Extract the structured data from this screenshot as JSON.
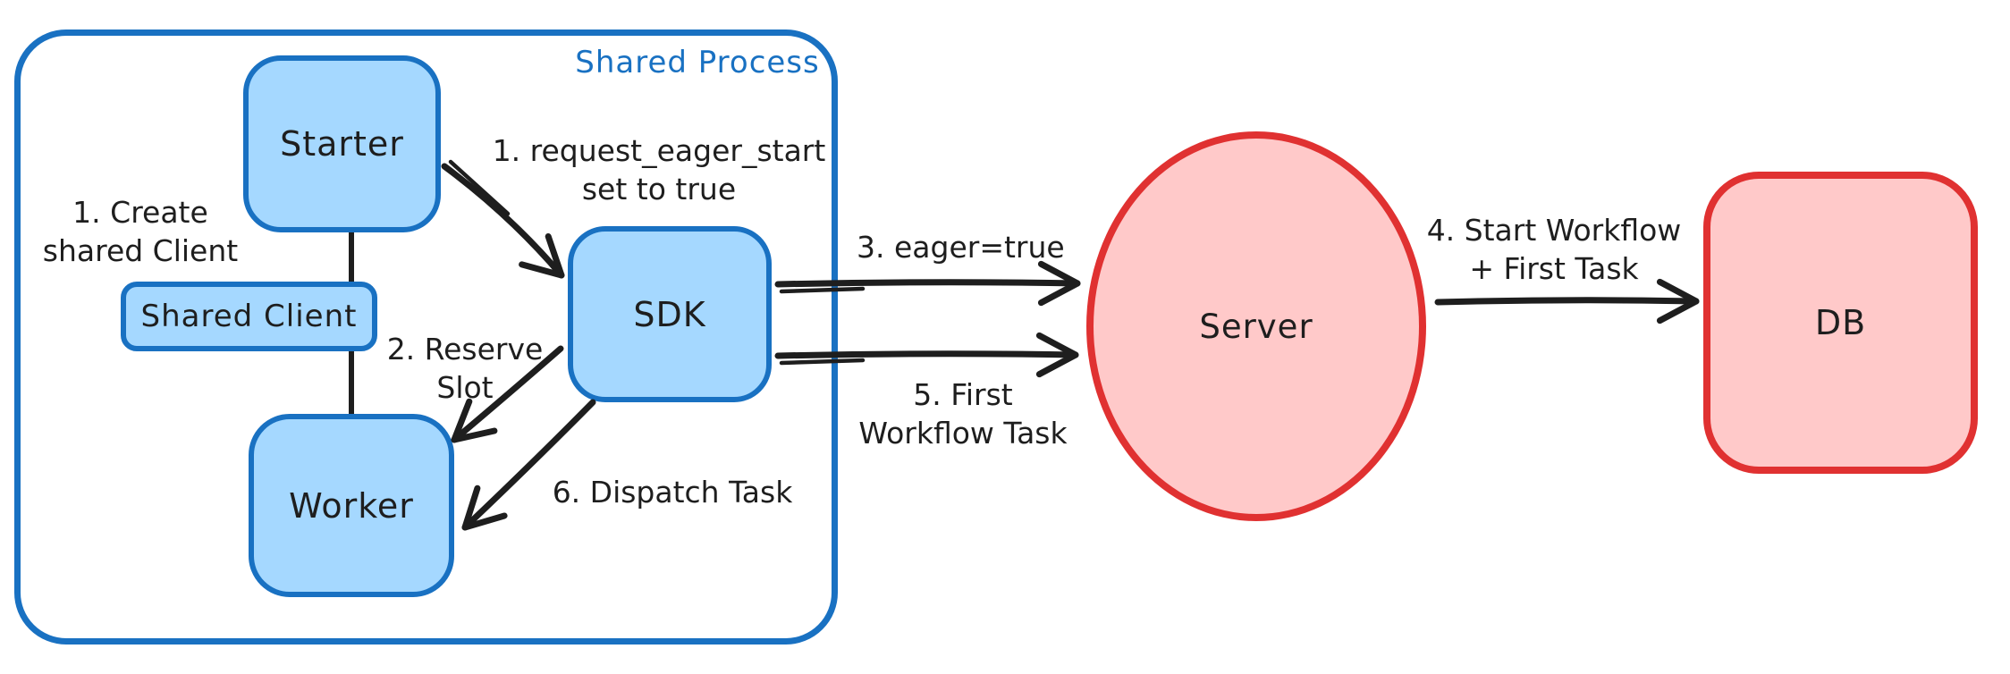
{
  "container": {
    "label": "Shared Process"
  },
  "nodes": {
    "starter": {
      "label": "Starter"
    },
    "shared_client": {
      "label": "Shared Client"
    },
    "worker": {
      "label": "Worker"
    },
    "sdk": {
      "label": "SDK"
    },
    "server": {
      "label": "Server"
    },
    "db": {
      "label": "DB"
    }
  },
  "annotations": {
    "create_shared_client": {
      "line1": "1. Create",
      "line2": "shared Client"
    },
    "request_eager_start": {
      "line1": "1. request_eager_start",
      "line2": "set to true"
    },
    "reserve_slot": {
      "line1": "2. Reserve",
      "line2": "Slot"
    },
    "dispatch_task": {
      "line1": "6. Dispatch Task"
    },
    "eager_true": {
      "line1": "3. eager=true"
    },
    "first_workflow_task": {
      "line1": "5. First",
      "line2": "Workflow Task"
    },
    "start_workflow": {
      "line1": "4. Start Workflow",
      "line2": "+ First Task"
    }
  },
  "colors": {
    "blue_stroke": "#1971c2",
    "blue_fill": "#a5d8ff",
    "red_stroke": "#e03131",
    "red_fill": "#ffc9c9",
    "text": "#1e1e1e",
    "container_label": "#1971c2",
    "arrow": "#1e1e1e",
    "background": "#ffffff"
  }
}
